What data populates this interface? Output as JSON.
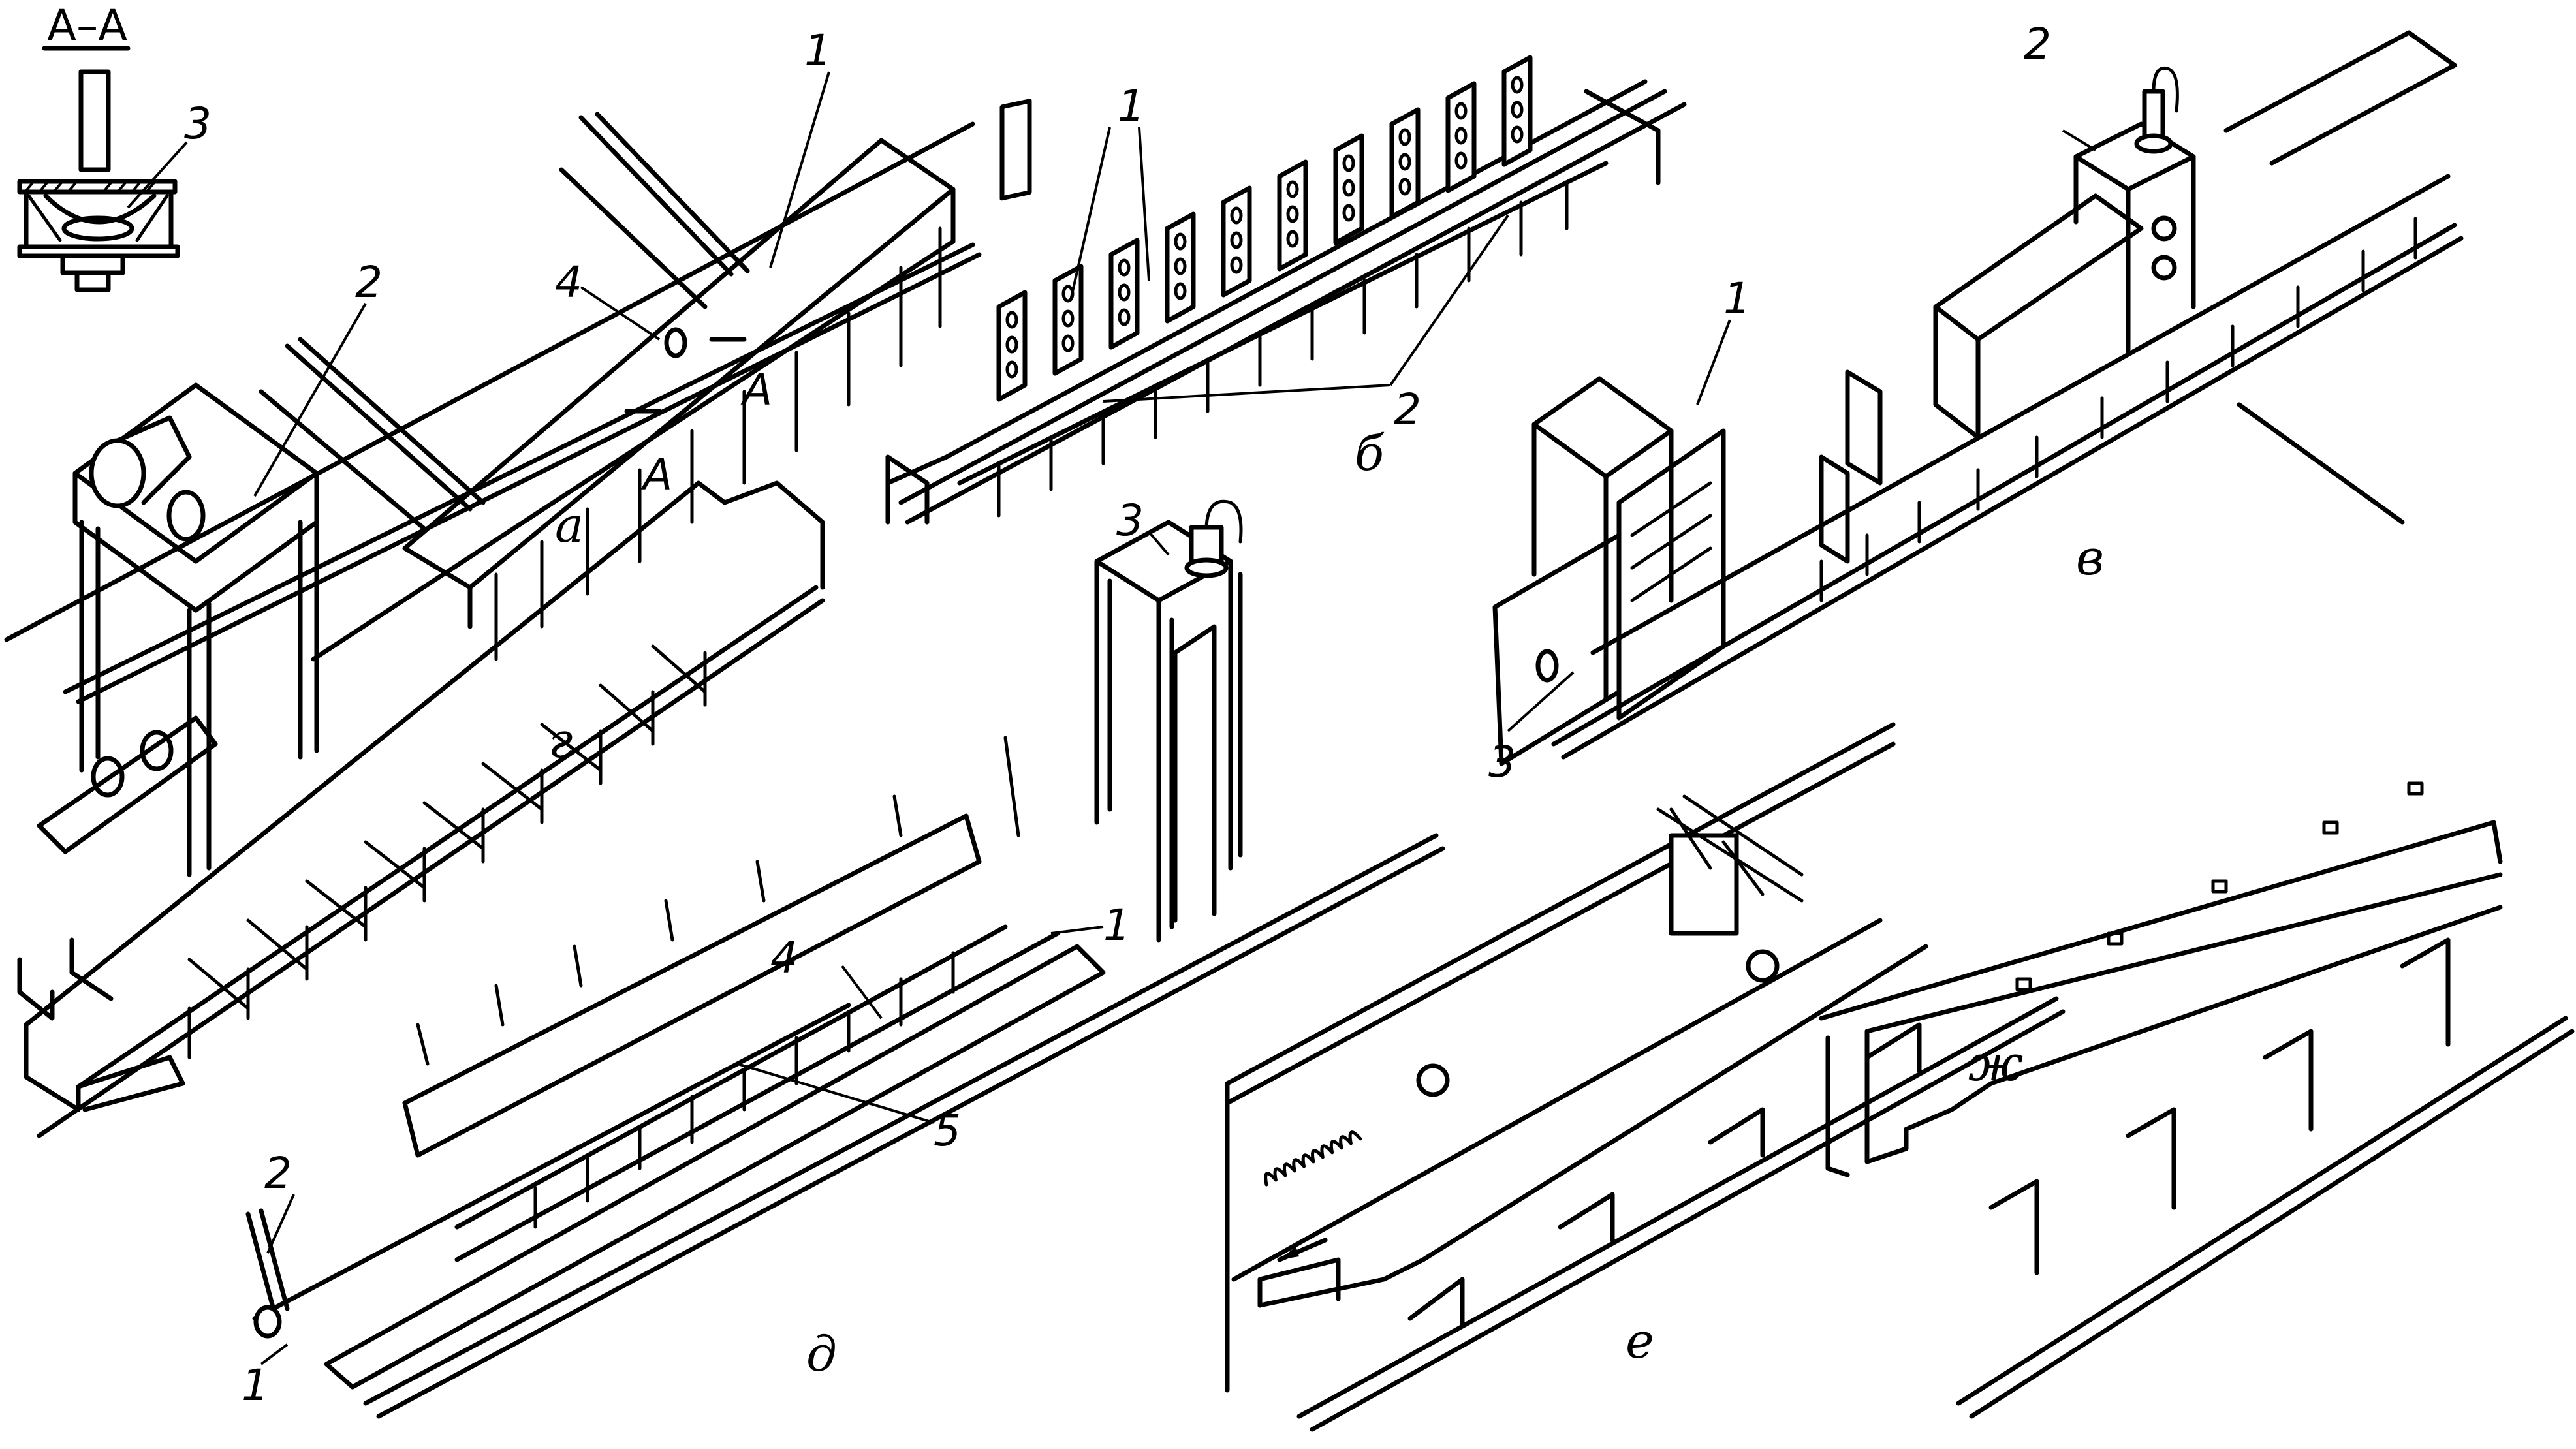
{
  "figure": {
    "section_title": "А–А",
    "section_marker": "А",
    "panels": [
      {
        "id": "a",
        "label": "а",
        "callouts": [
          "1",
          "2",
          "3",
          "4"
        ]
      },
      {
        "id": "b",
        "label": "б",
        "callouts": [
          "1",
          "2"
        ]
      },
      {
        "id": "v",
        "label": "в",
        "callouts": [
          "1",
          "2",
          "3"
        ]
      },
      {
        "id": "g",
        "label": "г",
        "callouts": []
      },
      {
        "id": "d",
        "label": "д",
        "callouts": [
          "1",
          "2",
          "3",
          "4",
          "5",
          "1"
        ]
      },
      {
        "id": "e",
        "label": "е",
        "callouts": []
      },
      {
        "id": "zh",
        "label": "ж",
        "callouts": []
      }
    ]
  }
}
